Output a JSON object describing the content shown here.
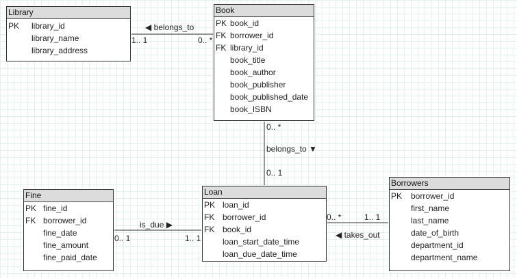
{
  "entities": {
    "library": {
      "title": "Library",
      "rows": [
        {
          "key": "PK",
          "name": "library_id"
        },
        {
          "key": "",
          "name": "library_name"
        },
        {
          "key": "",
          "name": "library_address"
        }
      ]
    },
    "book": {
      "title": "Book",
      "rows": [
        {
          "key": "PK",
          "name": "book_id"
        },
        {
          "key": "FK",
          "name": "borrower_id"
        },
        {
          "key": "FK",
          "name": "library_id"
        },
        {
          "key": "",
          "name": "book_title"
        },
        {
          "key": "",
          "name": "book_author"
        },
        {
          "key": "",
          "name": "book_publisher"
        },
        {
          "key": "",
          "name": "book_published_date"
        },
        {
          "key": "",
          "name": "book_ISBN"
        }
      ]
    },
    "fine": {
      "title": "Fine",
      "rows": [
        {
          "key": "PK",
          "name": "fine_id"
        },
        {
          "key": "FK",
          "name": "borrower_id"
        },
        {
          "key": "",
          "name": "fine_date"
        },
        {
          "key": "",
          "name": "fine_amount"
        },
        {
          "key": "",
          "name": "fine_paid_date"
        }
      ]
    },
    "loan": {
      "title": "Loan",
      "rows": [
        {
          "key": "PK",
          "name": "loan_id"
        },
        {
          "key": "FK",
          "name": "borrower_id"
        },
        {
          "key": "FK",
          "name": "book_id"
        },
        {
          "key": "",
          "name": "loan_start_date_time"
        },
        {
          "key": "",
          "name": "loan_due_date_time"
        }
      ]
    },
    "borrowers": {
      "title": "Borrowers",
      "rows": [
        {
          "key": "PK",
          "name": "borrower_id"
        },
        {
          "key": "",
          "name": "first_name"
        },
        {
          "key": "",
          "name": "last_name"
        },
        {
          "key": "",
          "name": "date_of_birth"
        },
        {
          "key": "",
          "name": "department_id"
        },
        {
          "key": "",
          "name": "department_name"
        }
      ]
    }
  },
  "relationships": {
    "library_book": {
      "label": "◀ belongs_to",
      "from_card": "1.. 1",
      "to_card": "0.. *"
    },
    "book_loan": {
      "label": "belongs_to ▼",
      "from_card": "0.. *",
      "to_card": "0.. 1"
    },
    "fine_loan": {
      "label": "is_due ▶",
      "from_card": "0.. 1",
      "to_card": "1.. 1"
    },
    "loan_borrowers": {
      "label": "◀ takes_out",
      "from_card": "0.. *",
      "to_card": "1.. 1"
    }
  },
  "colors": {
    "line": "#333333",
    "header": "#dcdcdc",
    "grid": "#e3f2ea"
  }
}
